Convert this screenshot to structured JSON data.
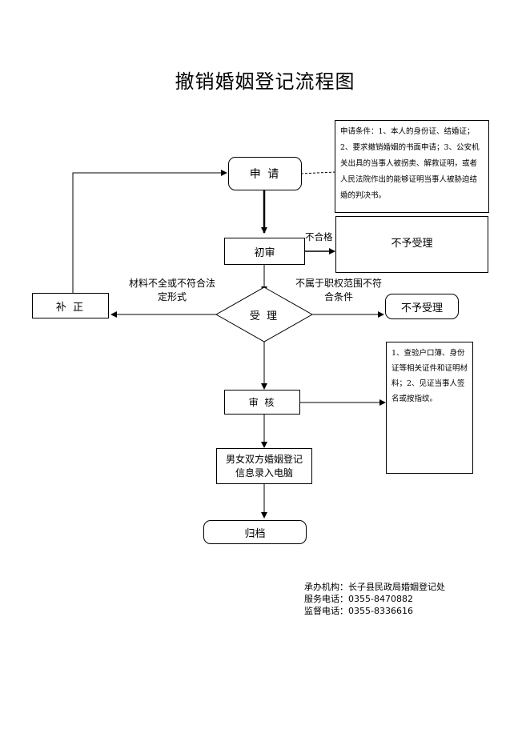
{
  "title": "撤销婚姻登记流程图",
  "nodes": {
    "apply": "申 请",
    "initial_review": "初审",
    "not_accepted_1": "不予受理",
    "accept": "受 理",
    "not_accepted_2": "不予受理",
    "correct": "补 正",
    "review": "审 核",
    "entry_line1": "男女双方婚姻登记",
    "entry_line2": "信息录入电脑",
    "archive": "归档"
  },
  "edge_labels": {
    "unqualified": "不合格",
    "incomplete_line1": "材料不全或不符合法",
    "incomplete_line2": "定形式",
    "out_of_scope_line1": "不属于职权范围不符",
    "out_of_scope_line2": "合条件"
  },
  "notes": {
    "conditions": "申请条件：1、本人的身份证、结婚证；2、要求撤销婚姻的书面申请；3、公安机关出具的当事人被拐卖、解救证明，或者人民法院作出的能够证明当事人被胁迫结婚的判决书。",
    "review_items": "1、查验户口簿、身份证等相关证件和证明材料；2、见证当事人签名或按指纹。"
  },
  "footer": {
    "org": "承办机构：长子县民政局婚姻登记处",
    "service_phone": "服务电话：0355-8470882",
    "supervise_phone": "监督电话：0355-8336616"
  }
}
